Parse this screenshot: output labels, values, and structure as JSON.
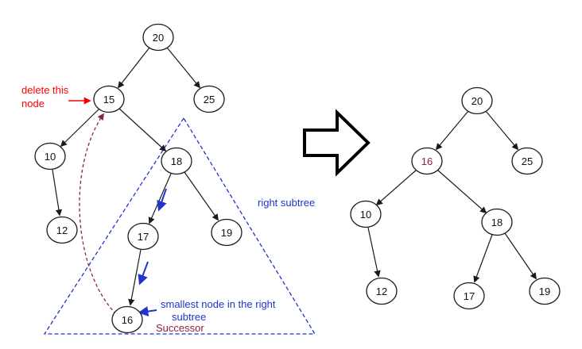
{
  "colors": {
    "node_fill": "#ffffff",
    "node_stroke": "#1a1a1a",
    "highlight_fill": "#00e6e6",
    "annotation_blue": "#1f35cc",
    "annotation_red": "#ff0000",
    "successor_maroon": "#8b2244"
  },
  "left_tree": {
    "nodes": [
      "20",
      "15",
      "25",
      "10",
      "18",
      "12",
      "17",
      "19",
      "16"
    ]
  },
  "right_tree": {
    "nodes": [
      "20",
      "16",
      "25",
      "10",
      "18",
      "12",
      "17",
      "19"
    ]
  },
  "annotations": {
    "delete_line1": "delete this",
    "delete_line2": "node",
    "right_subtree": "right subtree",
    "smallest_line1": "smallest node in the right",
    "smallest_line2": "subtree",
    "successor": "Successor"
  }
}
